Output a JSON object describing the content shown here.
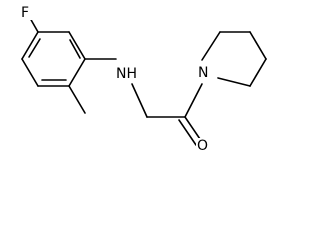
{
  "structure": {
    "atoms": {
      "fluorine": "F",
      "amine": "NH",
      "piperidine_nitrogen": "N",
      "carbonyl_oxygen": "O"
    },
    "colors": {
      "bond": "#000000",
      "background": "#ffffff"
    }
  }
}
